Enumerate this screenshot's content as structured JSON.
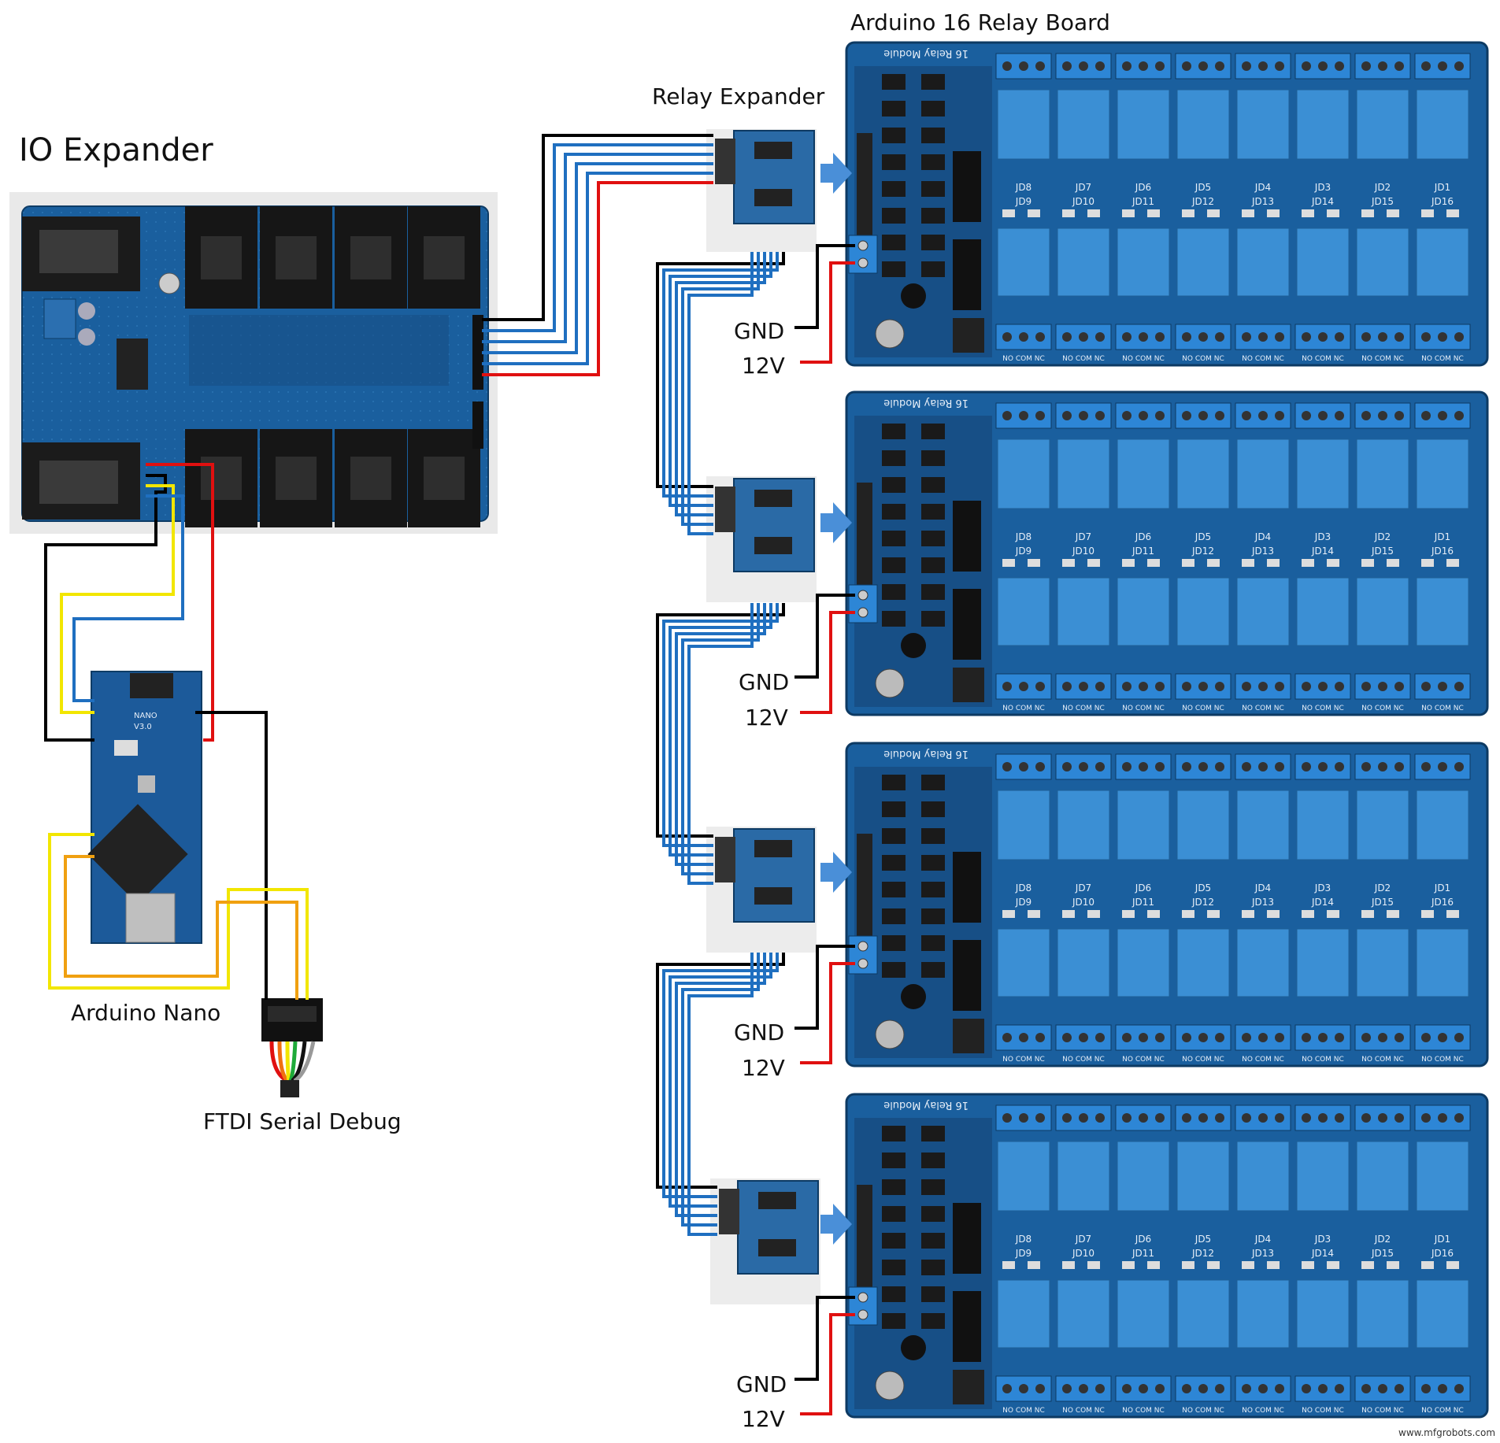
{
  "labels": {
    "io_expander": "IO Expander",
    "relay_expander": "Relay Expander",
    "relay_board": "Arduino 16 Relay Board",
    "arduino_nano": "Arduino Nano",
    "ftdi": "FTDI Serial Debug",
    "watermark": "www.mfgrobots.com"
  },
  "power": {
    "gnd": "GND",
    "v12": "12V"
  },
  "relay_module": {
    "silk_title": "16 Relay Module",
    "channels": [
      "JD8",
      "JD7",
      "JD6",
      "JD5",
      "JD4",
      "JD3",
      "JD2",
      "JD1",
      "JD9",
      "JD10",
      "JD11",
      "JD12",
      "JD13",
      "JD14",
      "JD15",
      "JD16"
    ],
    "terminal": [
      "NO",
      "COM",
      "NC"
    ]
  },
  "nano_silk": {
    "model": "NANO",
    "version": "V3.0"
  },
  "colors": {
    "wire_blue": "#1f6fc0",
    "wire_black": "#000000",
    "wire_red": "#e01010",
    "wire_yellow": "#f2e600",
    "wire_orange": "#f0a010",
    "pcb_blue": "#1a5f9e",
    "relay_blue": "#3b8fd4",
    "arrow_blue": "#4a8fd8"
  }
}
